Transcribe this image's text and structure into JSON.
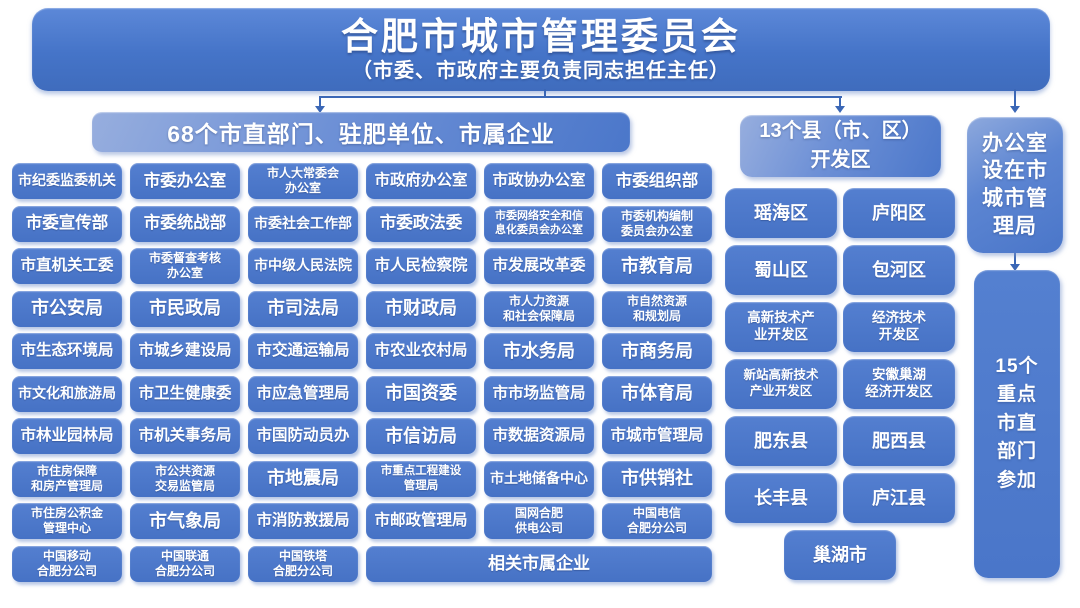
{
  "banner": {
    "title": "合肥市城市管理委员会",
    "subtitle": "（市委、市政府主要负责同志担任主任）"
  },
  "left_section": {
    "header": "68个市直部门、驻肥单位、市属企业",
    "rows": [
      [
        "市纪委监委机关",
        "市委办公室",
        "市人大常委会\n办公室",
        "市政府办公室",
        "市政协办公室",
        "市委组织部"
      ],
      [
        "市委宣传部",
        "市委统战部",
        "市委社会工作部",
        "市委政法委",
        "市委网络安全和信\n息化委员会办公室",
        "市委机构编制\n委员会办公室"
      ],
      [
        "市直机关工委",
        "市委督查考核\n办公室",
        "市中级人民法院",
        "市人民检察院",
        "市发展改革委",
        "市教育局"
      ],
      [
        "市公安局",
        "市民政局",
        "市司法局",
        "市财政局",
        "市人力资源\n和社会保障局",
        "市自然资源\n和规划局"
      ],
      [
        "市生态环境局",
        "市城乡建设局",
        "市交通运输局",
        "市农业农村局",
        "市水务局",
        "市商务局"
      ],
      [
        "市文化和旅游局",
        "市卫生健康委",
        "市应急管理局",
        "市国资委",
        "市市场监管局",
        "市体育局"
      ],
      [
        "市林业园林局",
        "市机关事务局",
        "市国防动员办",
        "市信访局",
        "市数据资源局",
        "市城市管理局"
      ],
      [
        "市住房保障\n和房产管理局",
        "市公共资源\n交易监管局",
        "市地震局",
        "市重点工程建设\n管理局",
        "市土地储备中心",
        "市供销社"
      ],
      [
        "市住房公积金\n管理中心",
        "市气象局",
        "市消防救援局",
        "市邮政管理局",
        "国网合肥\n供电公司",
        "中国电信\n合肥分公司"
      ],
      [
        "中国移动\n合肥分公司",
        "中国联通\n合肥分公司",
        "中国铁塔\n合肥分公司",
        {
          "t": "相关市属企业",
          "span": 3
        }
      ]
    ]
  },
  "right_section": {
    "header": "13个县（市、区）\n开发区",
    "rows": [
      [
        "瑶海区",
        "庐阳区"
      ],
      [
        "蜀山区",
        "包河区"
      ],
      [
        "高新技术产\n业开发区",
        "经济技术\n开发区"
      ],
      [
        "新站高新技术\n产业开发区",
        "安徽巢湖\n经济开发区"
      ],
      [
        "肥东县",
        "肥西县"
      ],
      [
        "长丰县",
        "庐江县"
      ]
    ],
    "footer_box": "巢湖市"
  },
  "notes": {
    "office": "办公室\n设在市\n城市管\n理局",
    "participants": "15个\n重点\n市直\n部门\n参加"
  },
  "colors": {
    "box_blue": "#4b77cb",
    "banner_blue": "#4574c8",
    "header_light_blue": "#97aede",
    "connector_blue": "#3b67b6",
    "text": "#ffffff",
    "background": "#ffffff"
  }
}
